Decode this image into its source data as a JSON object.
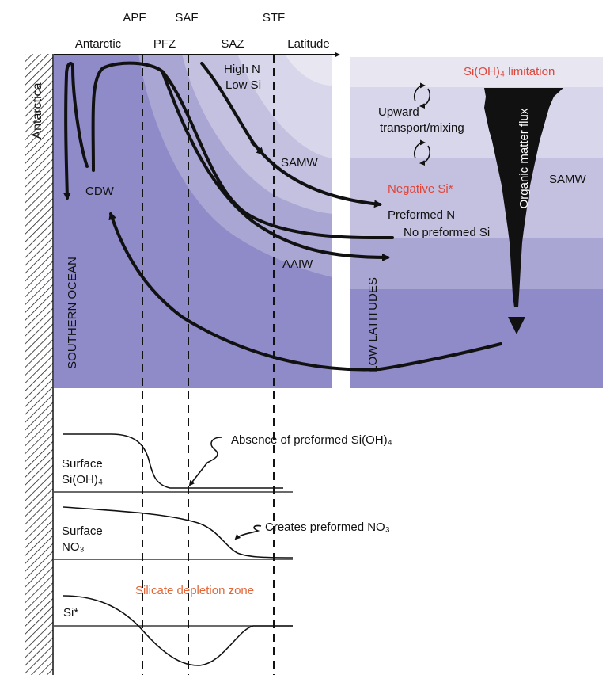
{
  "fronts": {
    "apf": "APF",
    "saf": "SAF",
    "stf": "STF"
  },
  "zones": {
    "antarctic": "Antarctic",
    "pfz": "PFZ",
    "saz": "SAZ",
    "latitude": "Latitude"
  },
  "left_panel": {
    "antarctica": "Antarctica",
    "southern_ocean": "SOUTHERN OCEAN",
    "high_n": "High N",
    "low_si": "Low Si",
    "samw": "SAMW",
    "cdw": "CDW",
    "aaiw": "AAIW"
  },
  "right_panel": {
    "si_limitation": "Si(OH)₄ limitation",
    "upward": "Upward",
    "transport_mixing": "transport/mixing",
    "negative_si": "Negative Si*",
    "samw": "SAMW",
    "organic_flux": "Organic matter flux",
    "preformed_n": "Preformed N",
    "no_preformed_si": "No preformed Si",
    "low_latitudes": "LOW LATITUDES"
  },
  "profiles": {
    "surface1": "Surface",
    "sioh4": "Si(OH)₄",
    "absence": "Absence of preformed Si(OH)₄",
    "surface2": "Surface",
    "no3": "NO₃",
    "creates": "Creates preformed NO₃",
    "si_star": "Si*",
    "depletion": "Silicate depletion zone"
  },
  "colors": {
    "band_lightest": "#e8e6f0",
    "band_light": "#d8d6ea",
    "band_mid": "#c3c0e0",
    "band_dark": "#a9a6d4",
    "band_darkest": "#8f8ac8",
    "red_label": "#e0453a",
    "orange_label": "#e2683a"
  },
  "icons": [
    "hatched-continent-icon",
    "circular-arrows-icon",
    "organic-flux-cone-icon",
    "arrowhead-icon"
  ]
}
